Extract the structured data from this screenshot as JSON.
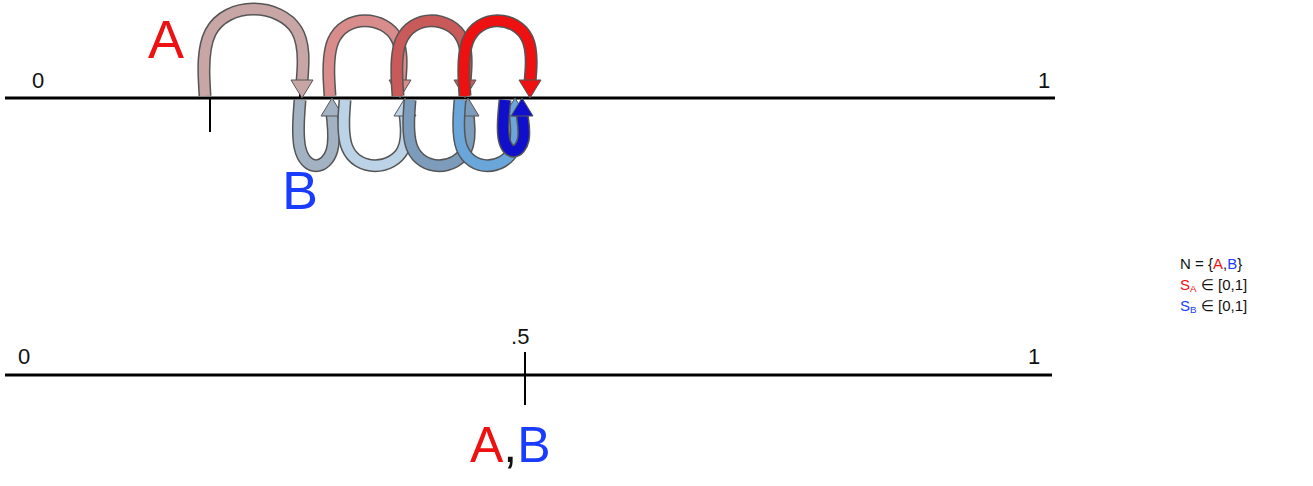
{
  "diagram": {
    "labels": [
      "A",
      "0",
      "1",
      "B",
      "N = {A,B}",
      "SA ∈ [0,1]",
      "SB ∈ [0,1]",
      ".5",
      "0",
      "1",
      "A,B"
    ]
  }
}
